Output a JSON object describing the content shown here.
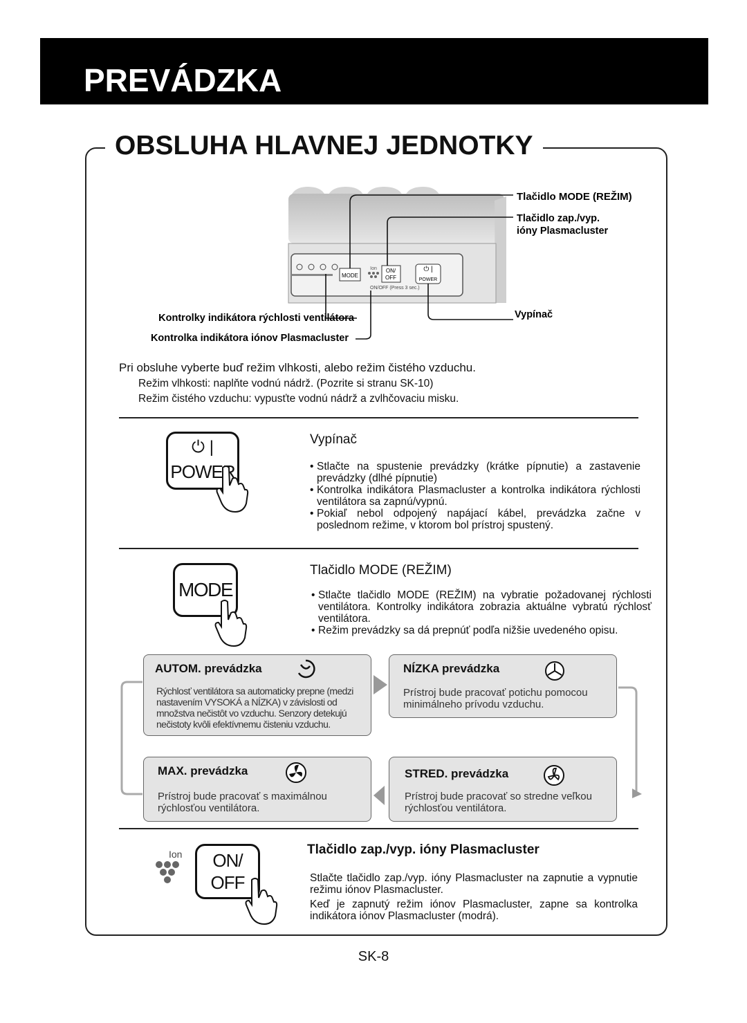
{
  "header": {
    "title": "PREVÁDZKA"
  },
  "section": {
    "title": "OBSLUHA HLAVNEJ JEDNOTKY"
  },
  "diagram": {
    "callout_mode": "Tlačidlo MODE (REŽIM)",
    "callout_onoff": [
      "Tlačidlo zap./vyp.",
      "ióny Plasmacluster"
    ],
    "callout_power": "Vypínač",
    "callout_fan_leds": "Kontrolky indikátora rýchlosti ventilátora",
    "callout_ion_led": "Kontrolka indikátora iónov Plasmacluster",
    "panel_mode": "MODE",
    "panel_ion": "Ion",
    "panel_on": "ON/",
    "panel_off": "OFF",
    "panel_power": "POWER",
    "panel_press": "ON/OFF (Press 3 sec.)"
  },
  "intro": {
    "line1": "Pri obsluhe vyberte buď režim vlhkosti, alebo režim čistého vzduchu.",
    "line2": "Režim vlhkosti: naplňte vodnú nádrž. (Pozrite si stranu SK-10)",
    "line3": "Režim čistého vzduchu: vypusťte vodnú nádrž a zvlhčovaciu misku."
  },
  "power": {
    "key_label": "POWER",
    "heading": "Vypínač",
    "bullets": [
      "Stlačte na spustenie prevádzky (krátke pípnutie) a zastavenie prevádzky (dlhé pípnutie)",
      "Kontrolka indikátora Plasmacluster a kontrolka indikátora rýchlosti ventilátora sa zapnú/vypnú.",
      "Pokiaľ nebol odpojený napájací kábel, prevádzka začne v poslednom režime, v ktorom bol prístroj spustený."
    ]
  },
  "mode": {
    "key_label": "MODE",
    "heading": "Tlačidlo MODE (REŽIM)",
    "bullets": [
      "Stlačte tlačidlo MODE (REŽIM) na vybratie požadovanej rýchlosti ventilátora. Kontrolky indikátora zobrazia aktuálne vybratú rýchlosť ventilátora.",
      "Režim prevádzky sa dá prepnúť podľa nižšie uvedeného opisu."
    ],
    "boxes": {
      "auto": {
        "title": "AUTOM. prevádzka",
        "text": "Rýchlosť ventilátora sa automaticky prepne (medzi nastavením VYSOKÁ a NÍZKA) v závislosti od množstva nečistôt vo vzduchu. Senzory detekujú nečistoty kvôli efektívnemu čisteniu vzduchu."
      },
      "low": {
        "title": "NÍZKA prevádzka",
        "text": "Prístroj bude pracovať potichu pomocou minimálneho prívodu vzduchu."
      },
      "max": {
        "title": "MAX. prevádzka",
        "text": "Prístroj bude pracovať s maximálnou rýchlosťou ventilátora."
      },
      "med": {
        "title": "STRED. prevádzka",
        "text": "Prístroj bude pracovať so stredne veľkou rýchlosťou ventilátora."
      }
    }
  },
  "ion": {
    "key_on": "ON/",
    "key_off": "OFF",
    "ion_label": "Ion",
    "heading": "Tlačidlo zap./vyp. ióny Plasmacluster",
    "text1": "Stlačte tlačidlo zap./vyp. ióny Plasmacluster na zapnutie a vypnutie režimu iónov Plasmacluster.",
    "text2": "Keď je zapnutý režim iónov Plasmacluster, zapne sa kontrolka indikátora iónov Plasmacluster (modrá)."
  },
  "footer": {
    "page": "SK-8"
  }
}
